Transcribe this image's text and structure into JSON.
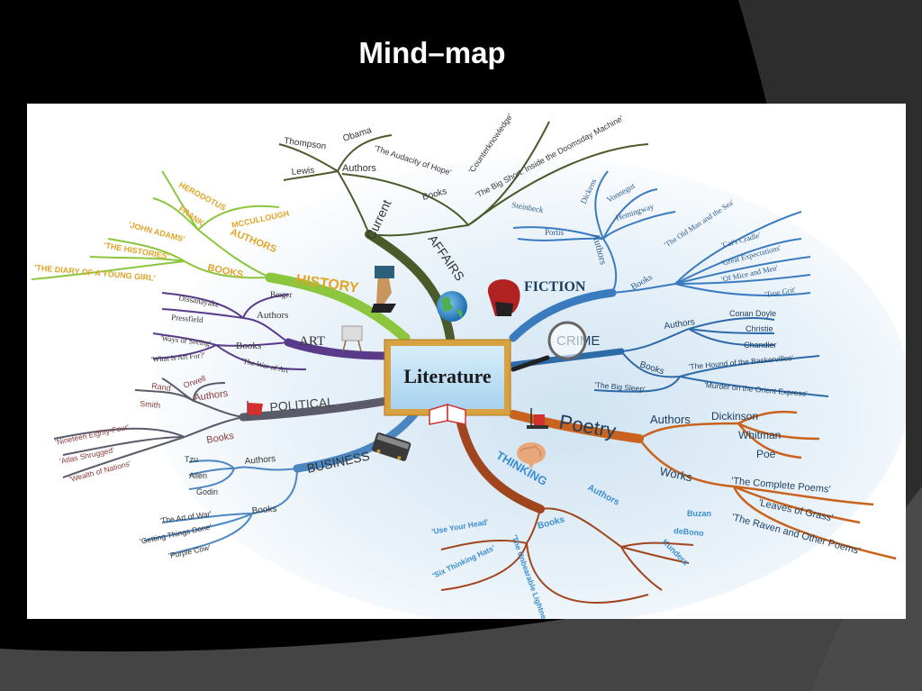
{
  "slide": {
    "title": "Mind–map"
  },
  "colors": {
    "slide_background": "#000000",
    "swoosh_dark": "#2a2a2a",
    "swoosh_mid": "#444444",
    "history": "#8cc63f",
    "history_text": "#e0a526",
    "current_affairs": "#4a5a2a",
    "fiction": "#3a7bbf",
    "crime": "#2c6aa8",
    "poetry": "#c8621c",
    "thinking": "#a0451e",
    "thinking_text": "#3b8fd0",
    "business": "#4a86c0",
    "political": "#5a5a6a",
    "political_text": "#8b3a3a",
    "art": "#5a3a8a",
    "center_border": "#d9a241",
    "center_fill": "#bfe0f3"
  },
  "center": {
    "label": "Literature",
    "icon": "book-icon"
  },
  "branches": {
    "current_affairs": {
      "label_1": "Current",
      "label_2": "AFFAIRS",
      "icon": "globe-icon",
      "authors_label": "Authors",
      "authors": [
        "Thompson",
        "Obama",
        "Lewis"
      ],
      "books_label": "Books",
      "books": [
        "'The Audacity of Hope'",
        "'Counterknowledge'",
        "'The Big Short: Inside the Doomsday Machine'"
      ]
    },
    "history": {
      "label": "HISTORY",
      "icon": "nefertiti-bust-icon",
      "authors_label": "AUTHORS",
      "authors": [
        "HERODOTUS",
        "FRANK",
        "MCCULLOUGH"
      ],
      "books_label": "BOOKS",
      "books": [
        "'JOHN ADAMS'",
        "'THE HISTORIES'",
        "'THE DIARY OF A YOUNG GIRL'"
      ]
    },
    "art": {
      "label": "ART",
      "icon": "easel-icon",
      "authors_label": "Authors",
      "authors": [
        "Dissanayake",
        "Berger",
        "Pressfield"
      ],
      "books_label": "Books",
      "books": [
        "'Ways of Seeing'",
        "'What is Art For?'",
        "'The War of Art'"
      ]
    },
    "political": {
      "label": "POLITICAL",
      "icon": "red-flag-icon",
      "authors_label": "Authors",
      "authors": [
        "Rand",
        "Orwell",
        "Smith"
      ],
      "books_label": "Books",
      "books": [
        "'Nineteen Eighty-Four'",
        "'Atlas Shrugged'",
        "'Wealth of Nations'"
      ]
    },
    "business": {
      "label": "BUSINESS",
      "icon": "briefcase-icon",
      "authors_label": "Authors",
      "authors": [
        "Tzu",
        "Allen",
        "Godin"
      ],
      "books_label": "Books",
      "books": [
        "'The Art of War'",
        "'Getting Things Done'",
        "'Purple Cow'"
      ]
    },
    "fiction": {
      "label": "FICTION",
      "icon": "red-hat-icon",
      "authors_label": "Authors",
      "authors": [
        "Steinbeck",
        "Dickens",
        "Vonnegut",
        "Hemingway",
        "Portis"
      ],
      "books_label": "Books",
      "books": [
        "'The Old Man and the Sea'",
        "'Cat's Cradle'",
        "'Great Expectations'",
        "'Of Mice and Men'",
        "'True Grit'"
      ]
    },
    "crime": {
      "label": "CRIME",
      "icon": "magnifying-glass-icon",
      "authors_label": "Authors",
      "authors": [
        "Conan Doyle",
        "Christie",
        "Chandler"
      ],
      "books_label": "Books",
      "books": [
        "'The Hound of the Baskervilles'",
        "'The Big Sleep'",
        "'Murder on the Orient Express'"
      ]
    },
    "poetry": {
      "label": "Poetry",
      "icon": "inkwell-icon",
      "authors_label": "Authors",
      "authors": [
        "Dickinson",
        "Whitman",
        "Poe"
      ],
      "works_label": "Works",
      "works": [
        "'The Complete Poems'",
        "'Leaves of Grass'",
        "'The Raven and Other Poems'"
      ]
    },
    "thinking": {
      "label": "THINKING",
      "icon": "brain-icon",
      "authors_label": "Authors",
      "authors": [
        "Buzan",
        "deBono",
        "Kundera"
      ],
      "books_label": "Books",
      "books": [
        "'Use Your Head'",
        "'Six Thinking Hats'",
        "'The Unbearable Lightness of Being'"
      ]
    }
  }
}
